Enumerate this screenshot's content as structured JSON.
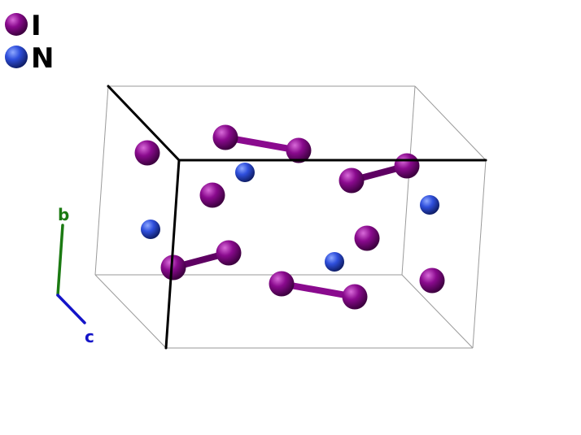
{
  "legend": {
    "items": [
      {
        "label": "I",
        "color": "#8a0a8e"
      },
      {
        "label": "N",
        "color": "#2f4fdc"
      }
    ]
  },
  "axes": {
    "b": {
      "label": "b",
      "color": "#1b7a12"
    },
    "c": {
      "label": "c",
      "color": "#1414c8"
    }
  },
  "colors": {
    "cell_edge_light": "#9a9a9a",
    "cell_edge_bold": "#000000",
    "bond_I": "#8a0a8e"
  }
}
